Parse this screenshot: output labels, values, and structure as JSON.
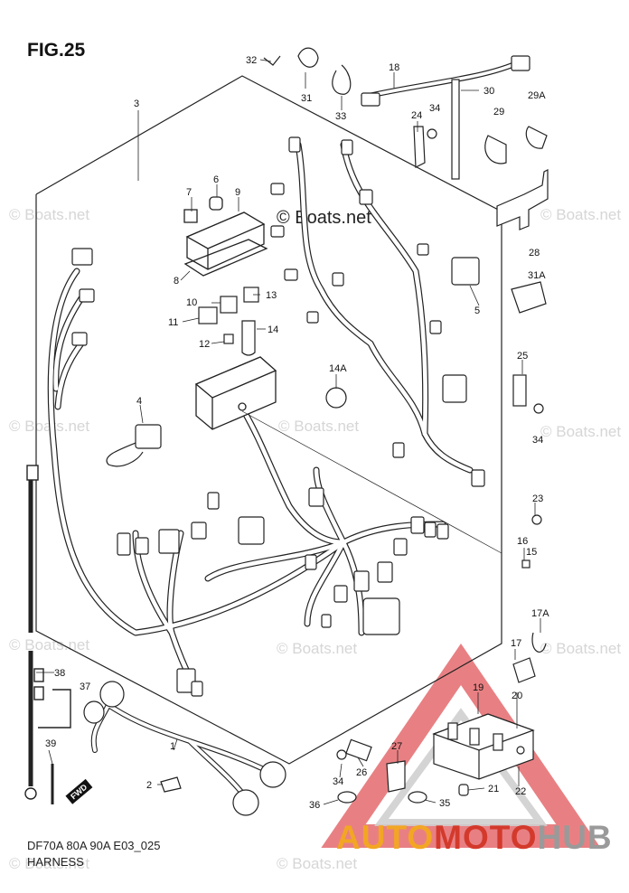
{
  "figure": {
    "title": "FIG.25"
  },
  "footer": {
    "model_line": "DF70A 80A 90A E03_025",
    "section": "HARNESS"
  },
  "watermark": {
    "text": "© Boats.net"
  },
  "brand": {
    "part1": "AUTO",
    "part2": "MOTO",
    "part3": "HUB"
  },
  "direction_tag": "FWD",
  "part_labels": [
    "32",
    "31",
    "33",
    "18",
    "30",
    "3",
    "24",
    "34",
    "29",
    "29A",
    "7",
    "6",
    "9",
    "28",
    "8",
    "10",
    "13",
    "31A",
    "5",
    "11",
    "14",
    "12",
    "14A",
    "25",
    "4",
    "34",
    "23",
    "16",
    "15",
    "17A",
    "17",
    "38",
    "37",
    "19",
    "20",
    "39",
    "1",
    "27",
    "26",
    "21",
    "22",
    "2",
    "34",
    "36",
    "35"
  ],
  "colors": {
    "line": "#222222",
    "watermark": "#d6d6d6",
    "brand_orange": "#f2a623",
    "brand_red": "#d33a2c",
    "brand_gray": "#9a9a9a"
  }
}
